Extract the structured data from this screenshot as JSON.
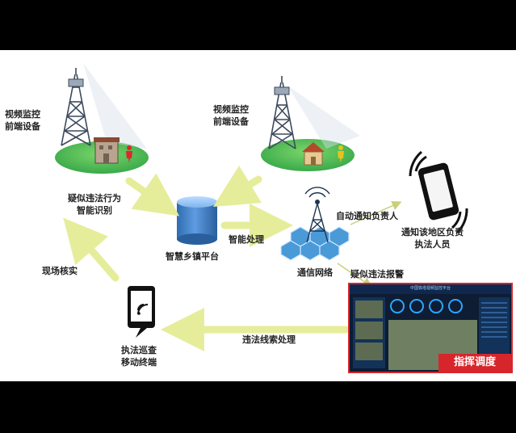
{
  "labels": {
    "tower1": [
      "视频监控",
      "前端设备"
    ],
    "tower2": [
      "视频监控",
      "前端设备"
    ],
    "identify": [
      "疑似违法行为",
      "智能识别"
    ],
    "platform": "智慧乡镇平台",
    "processing": "智能处理",
    "network": "通信网络",
    "notify": "自动通知负责人",
    "phone": [
      "通知该地区负责",
      "执法人员"
    ],
    "verify": "现场核实",
    "alarm": "疑似违法报警",
    "terminal": [
      "执法巡查",
      "移动终端"
    ],
    "clue": "违法线索处理"
  },
  "dashboard": {
    "badge": "指挥调度",
    "title": "中国铁塔视频监控平台"
  },
  "colors": {
    "arrow": "#e6ed9a",
    "ground": "#3fbf55",
    "cylinder": "#3f7fc4",
    "hex": "#4a9ad8",
    "badge": "#d6262b"
  }
}
